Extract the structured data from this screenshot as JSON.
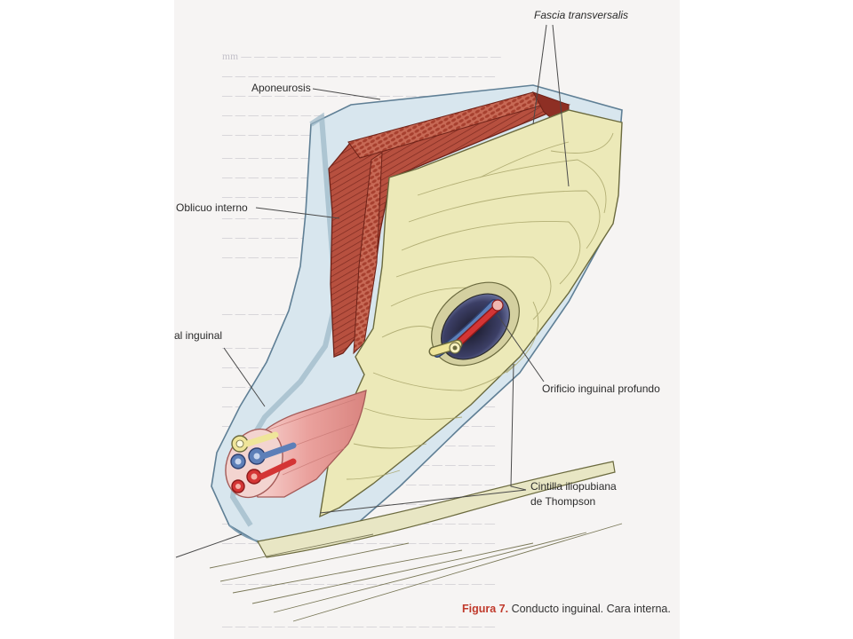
{
  "labels": {
    "fascia_transversalis": "Fascia transversalis",
    "aponeurosis": "Aponeurosis",
    "oblicuo_interno": "Oblicuo interno",
    "canal_inguinal": "al inguinal",
    "orificio_inguinal_profundo": "Orificio inguinal profundo",
    "cintilla_line1": "Cintilla iliopubiana",
    "cintilla_line2": "de Thompson"
  },
  "caption": {
    "figure_number": "Figura 7.",
    "text": "Conducto inguinal. Cara interna."
  },
  "colors": {
    "fascia": "#ece9b8",
    "muscle": "#b34a3c",
    "aponeurosis": "#cfe0ea",
    "cord": "#e9a7a4",
    "vein": "#5d7fb8",
    "artery": "#d43535",
    "vas": "#efe59a"
  }
}
